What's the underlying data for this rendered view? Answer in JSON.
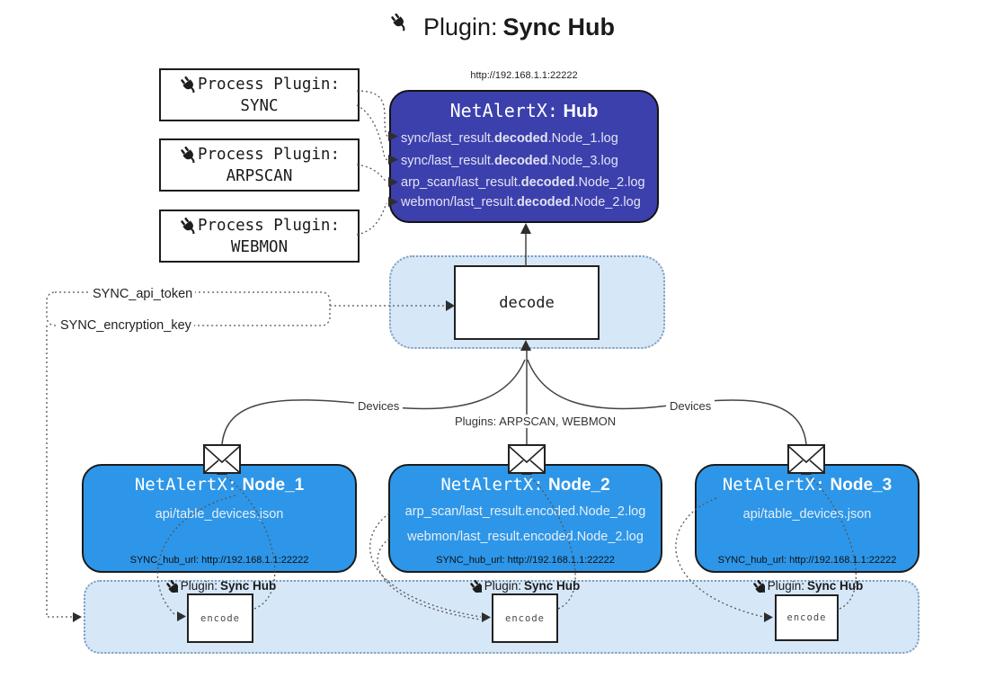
{
  "title": {
    "prefix": "Plugin:",
    "name": "Sync Hub"
  },
  "process_plugins": [
    {
      "label": "Process Plugin:",
      "name": "SYNC"
    },
    {
      "label": "Process Plugin:",
      "name": "ARPSCAN"
    },
    {
      "label": "Process Plugin:",
      "name": "WEBMON"
    }
  ],
  "hub": {
    "url": "http://192.168.1.1:22222",
    "title_prefix": "NetAlertX:",
    "title_name": "Hub",
    "logs": [
      {
        "pre": "sync/last_result.",
        "bold": "decoded",
        "post": ".Node_1.log"
      },
      {
        "pre": "sync/last_result.",
        "bold": "decoded",
        "post": ".Node_3.log"
      },
      {
        "pre": "arp_scan/last_result.",
        "bold": "decoded",
        "post": ".Node_2.log"
      },
      {
        "pre": "webmon/last_result.",
        "bold": "decoded",
        "post": ".Node_2.log"
      }
    ]
  },
  "decode": {
    "label": "decode"
  },
  "settings": {
    "api_token": "SYNC_api_token",
    "encryption_key": "SYNC_encryption_key"
  },
  "edges": {
    "devices_left": "Devices",
    "plugins_center": "Plugins: ARPSCAN, WEBMON",
    "devices_right": "Devices"
  },
  "nodes": [
    {
      "title_prefix": "NetAlertX:",
      "title_name": "Node_1",
      "files": [
        "api/table_devices.json"
      ],
      "hub_url": "SYNC_hub_url: http://192.168.1.1:22222"
    },
    {
      "title_prefix": "NetAlertX:",
      "title_name": "Node_2",
      "files": [
        "arp_scan/last_result.encoded.Node_2.log",
        "webmon/last_result.encoded.Node_2.log"
      ],
      "hub_url": "SYNC_hub_url: http://192.168.1.1:22222"
    },
    {
      "title_prefix": "NetAlertX:",
      "title_name": "Node_3",
      "files": [
        "api/table_devices.json"
      ],
      "hub_url": "SYNC_hub_url: http://192.168.1.1:22222"
    }
  ],
  "encode": {
    "plugin_label": "Plugin:",
    "plugin_name": "Sync Hub",
    "box_label": "encode"
  },
  "colors": {
    "hub_bg": "#3c40ad",
    "node_bg": "#2d96e8",
    "panel_bg": "#d6e7f8",
    "panel_border": "#7f9db9",
    "line": "#444444"
  }
}
